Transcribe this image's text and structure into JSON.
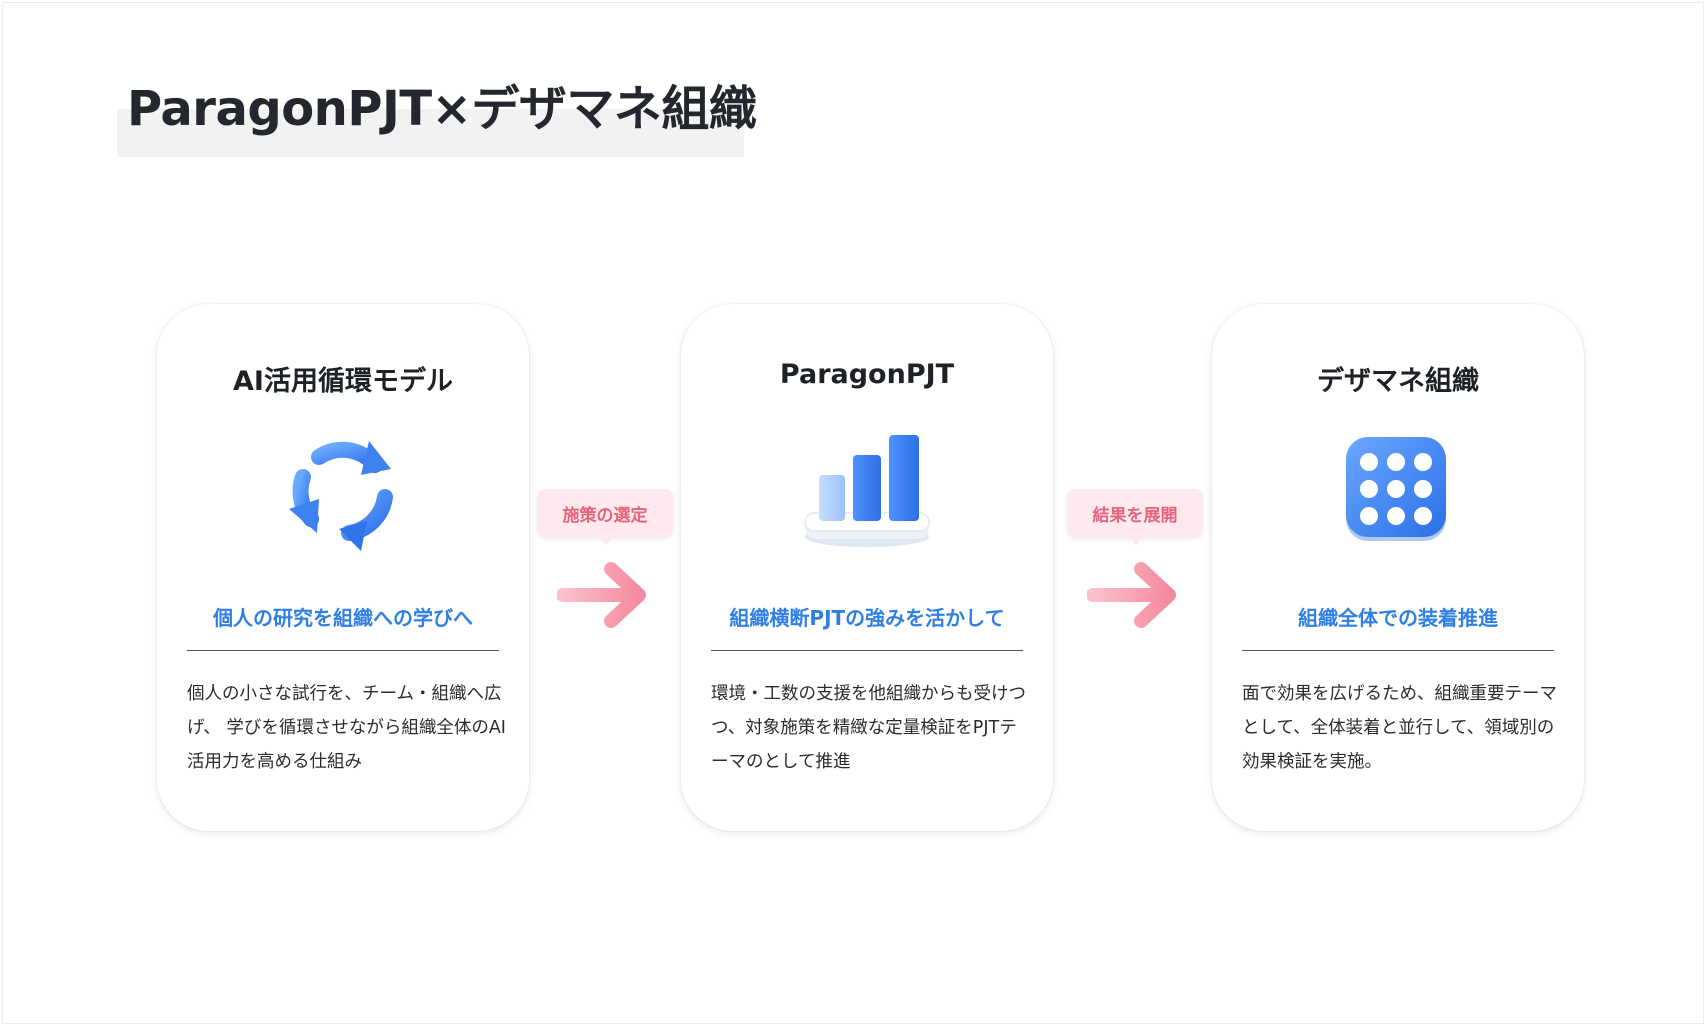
{
  "title": "ParagonPJT×デザマネ組織",
  "cards": [
    {
      "title": "AI活用循環モデル",
      "icon": "cycle-arrows-icon",
      "subtitle": "個人の研究を組織への学びへ",
      "body": "個人の小さな試行を、チーム・組織へ広げ、 学びを循環させながら組織全体のAI活用力を高める仕組み"
    },
    {
      "title": "ParagonPJT",
      "icon": "bar-chart-icon",
      "subtitle": "組織横断PJTの強みを活かして",
      "body": "環境・工数の支援を他組織からも受けつつ、対象施策を精緻な定量検証をPJTテーマのとして推進"
    },
    {
      "title": "デザマネ組織",
      "icon": "dot-grid-icon",
      "subtitle": "組織全体での装着推進",
      "body": "面で効果を広げるため、組織重要テーマとして、全体装着と並行して、領域別の効果検証を実施。"
    }
  ],
  "connectors": [
    {
      "label": "施策の選定",
      "icon": "right-arrow-icon"
    },
    {
      "label": "結果を展開",
      "icon": "right-arrow-icon"
    }
  ],
  "colors": {
    "accent_blue": "#2f7fe6",
    "tag_bg": "#fde9ee",
    "tag_text": "#e8637c",
    "arrow": "#f7a2b0"
  }
}
